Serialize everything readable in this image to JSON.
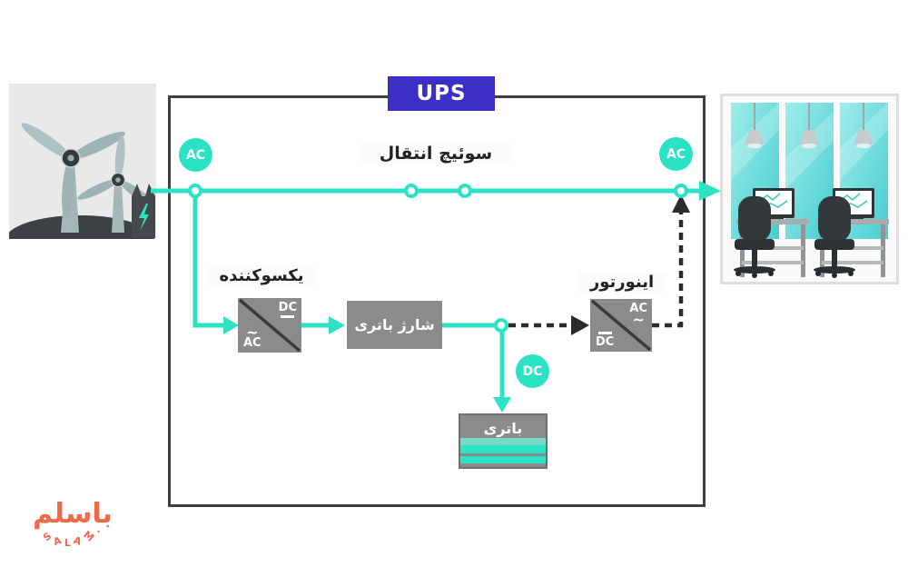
{
  "colors": {
    "teal": "#2BE2C4",
    "box_gray": "#8B8B8B",
    "ups_blue": "#3B2FC5",
    "border_dark": "#3F3F3F",
    "logo_orange": "#EE6A4A",
    "dash_black": "#2B2B2B"
  },
  "title": "UPS",
  "labels": {
    "transfer_switch": "سوئیچ انتقال",
    "rectifier": "یکسوکننده",
    "charger": "شارژ باتری",
    "inverter": "اینورتور",
    "battery": "باتری"
  },
  "badges": {
    "ac_left": "AC",
    "ac_right": "AC",
    "dc": "DC"
  },
  "converter_symbols": {
    "rectifier_top": "DC",
    "rectifier_tilde": "~",
    "rectifier_bottom": "AC",
    "inverter_top": "AC",
    "inverter_tilde": "~",
    "inverter_bottom": "DC"
  },
  "logo": {
    "persian": "باسلم",
    "latin": "SALAM·"
  }
}
